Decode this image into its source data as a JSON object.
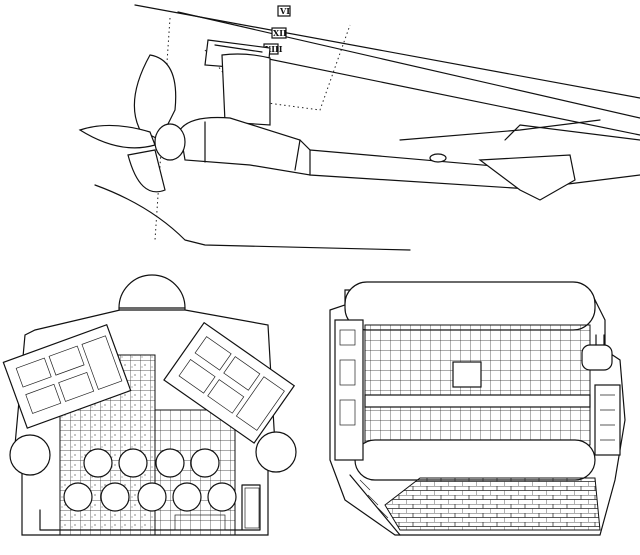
{
  "labels": {
    "frame_marks": [
      "VI",
      "XII",
      "XIII"
    ]
  },
  "colors": {
    "line": "#111111",
    "background": "#ffffff",
    "hatch": "#333333"
  }
}
